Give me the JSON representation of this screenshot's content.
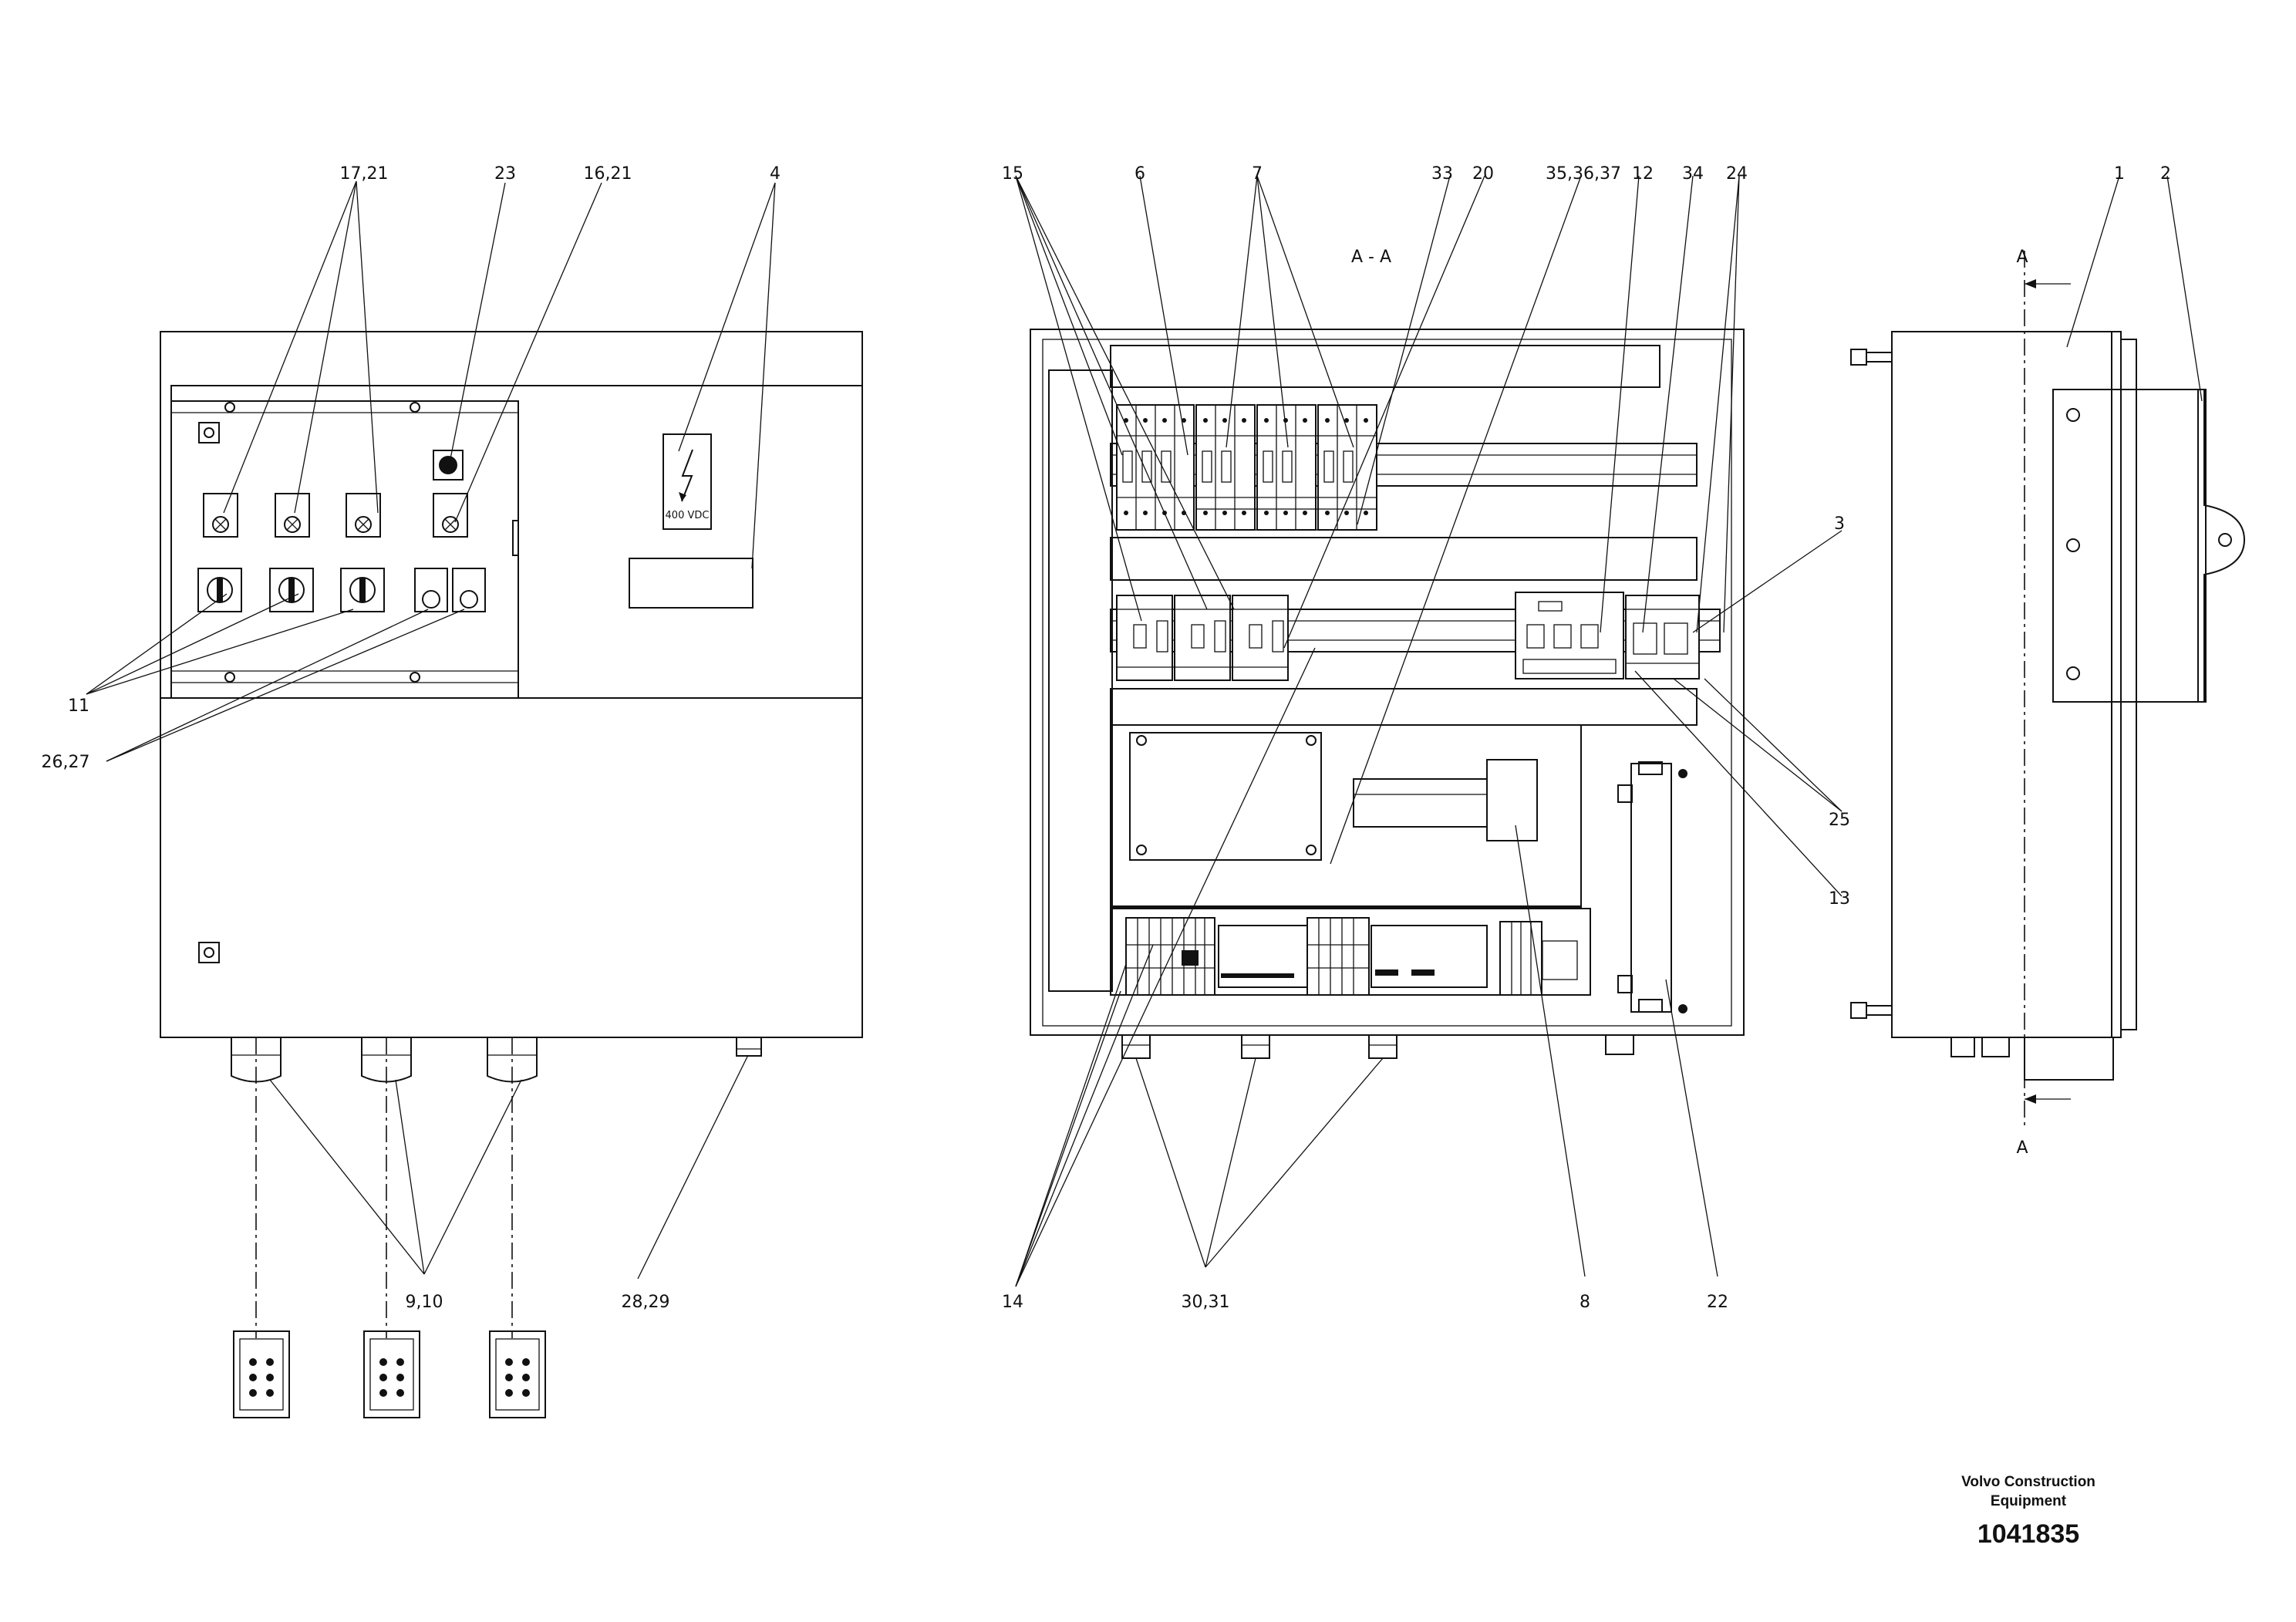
{
  "section_label": "A - A",
  "section_markers": [
    "A",
    "A"
  ],
  "warning_label": "400 VDC",
  "callouts": {
    "c17_21": "17,21",
    "c23": "23",
    "c16_21": "16,21",
    "c4": "4",
    "c11": "11",
    "c26_27": "26,27",
    "c9_10": "9,10",
    "c28_29": "28,29",
    "c15": "15",
    "c6": "6",
    "c7": "7",
    "c33": "33",
    "c20": "20",
    "c35_36_37": "35,36,37",
    "c12": "12",
    "c34": "34",
    "c24": "24",
    "c25": "25",
    "c13": "13",
    "c14": "14",
    "c30_31": "30,31",
    "c8": "8",
    "c22": "22",
    "c1": "1",
    "c2": "2",
    "c3": "3"
  },
  "titleblock": {
    "company_line1": "Volvo Construction",
    "company_line2": "Equipment",
    "doc_number": "1041835"
  }
}
